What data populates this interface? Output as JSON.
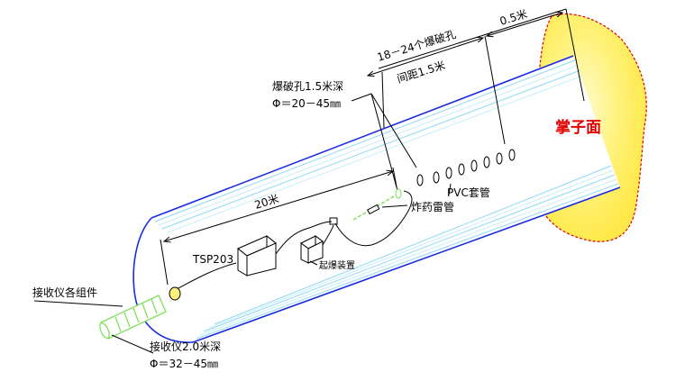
{
  "diagram": {
    "face_label": "掌子面",
    "blast_hole_spacing_count": "18－24个爆破孔",
    "blast_hole_spacing_interval": "间距1.5米",
    "face_offset": "0.5米",
    "blast_hole_depth": "爆破孔1.5米深",
    "blast_hole_diameter": "Φ＝20－45㎜",
    "pvc_casing": "PVC套管",
    "charge_detonator": "炸药雷管",
    "distance": "20米",
    "tsp_unit": "TSP203",
    "initiator_box": "起爆装置",
    "receiver_assembly": "接收仪各组件",
    "receiver_depth": "接收仪2.0米深",
    "receiver_diameter": "Φ＝32－45㎜"
  },
  "colors": {
    "tunnel_outline": "#1a2ce0",
    "tunnel_stripe_a": "#8fd8f4",
    "tunnel_stripe_b": "#c8eefb",
    "face_fill": "#fff27a",
    "face_edge": "#e00000",
    "receiver": "#7fe05a"
  }
}
